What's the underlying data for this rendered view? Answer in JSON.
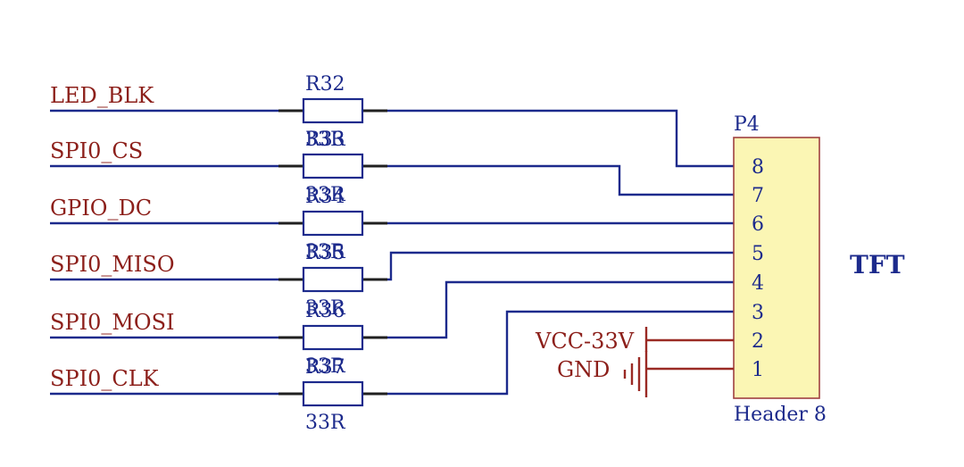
{
  "signals": [
    {
      "net": "LED_BLK",
      "ref": "R32",
      "value": "33R"
    },
    {
      "net": "SPI0_CS",
      "ref": "R33",
      "value": "33R"
    },
    {
      "net": "GPIO_DC",
      "ref": "R34",
      "value": "33R"
    },
    {
      "net": "SPI0_MISO",
      "ref": "R35",
      "value": "33R"
    },
    {
      "net": "SPI0_MOSI",
      "ref": "R36",
      "value": "33R"
    },
    {
      "net": "SPI0_CLK",
      "ref": "R37",
      "value": "33R"
    }
  ],
  "connections": [
    {
      "net": "LED_BLK",
      "pin": "8"
    },
    {
      "net": "SPI0_CS",
      "pin": "7"
    },
    {
      "net": "GPIO_DC",
      "pin": "6"
    },
    {
      "net": "SPI0_MISO",
      "pin": "5"
    },
    {
      "net": "SPI0_MOSI",
      "pin": "4"
    },
    {
      "net": "SPI0_CLK",
      "pin": "3"
    },
    {
      "net": "VCC-33V",
      "pin": "2"
    },
    {
      "net": "GND",
      "pin": "1"
    }
  ],
  "header": {
    "designator": "P4",
    "name": "Header 8",
    "pins": [
      "8",
      "7",
      "6",
      "5",
      "4",
      "3",
      "2",
      "1"
    ]
  },
  "power": {
    "vcc": "VCC-33V",
    "gnd": "GND"
  },
  "module_label": "TFT",
  "colors": {
    "wire": "#1c2a8c",
    "net_label": "#8c1f1a",
    "header_fill": "#fbf6b4"
  }
}
